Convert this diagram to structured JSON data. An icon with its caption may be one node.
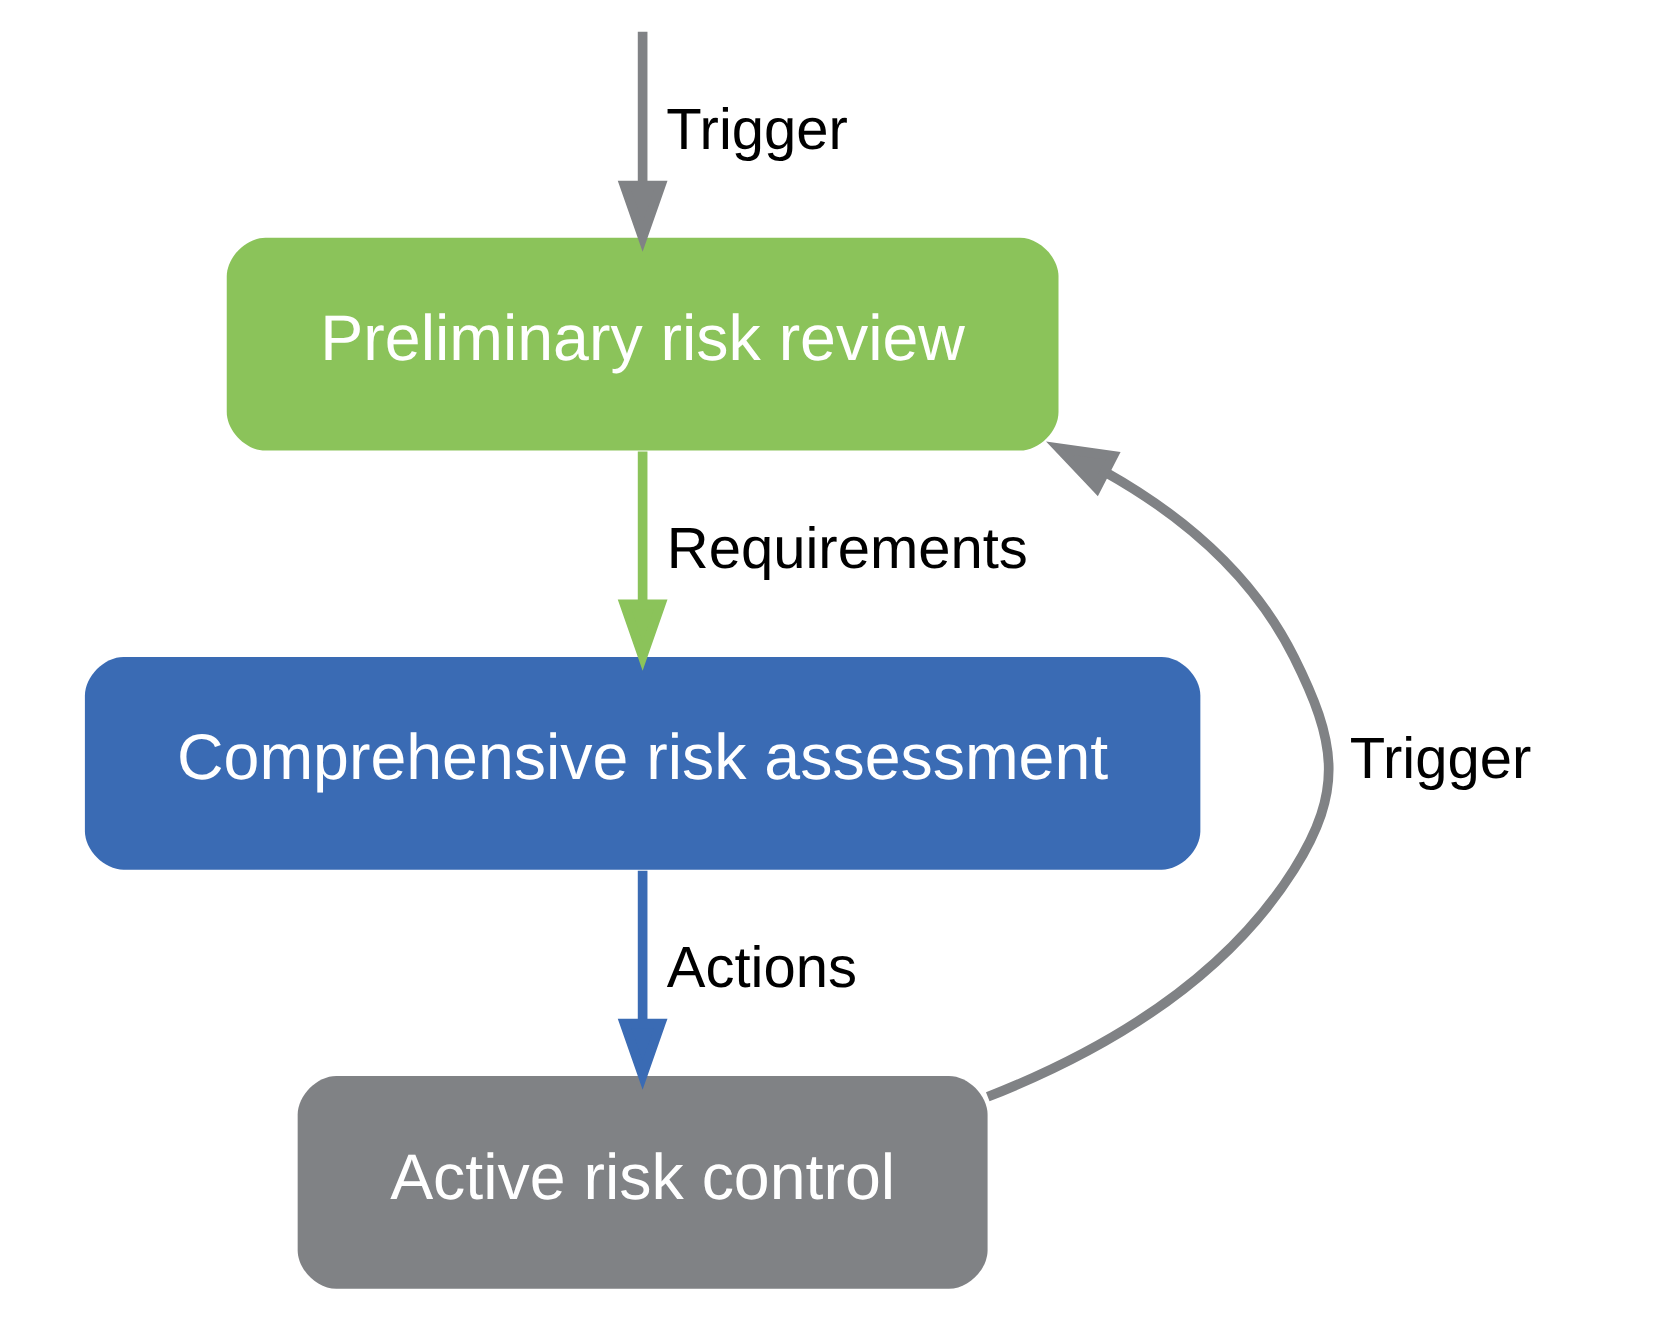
{
  "diagram": {
    "nodes": [
      {
        "text": [
          "Preliminary risk review"
        ]
      },
      {
        "text": [
          "Comprehensive risk assessment"
        ]
      },
      {
        "text": [
          "Active risk control"
        ]
      }
    ],
    "edges": [
      {
        "from": null,
        "to": 0,
        "arrow": "to",
        "label": "Trigger"
      },
      {
        "from": 0,
        "to": 1,
        "arrow": "to",
        "label": "Requirements",
        "color": "#8bc35a"
      },
      {
        "from": 1,
        "to": 2,
        "arrow": "to",
        "label": "Actions",
        "color": "#3a6bb4"
      },
      {
        "from": 2,
        "to": 0,
        "arrow": "to",
        "label": "Trigger"
      }
    ]
  }
}
